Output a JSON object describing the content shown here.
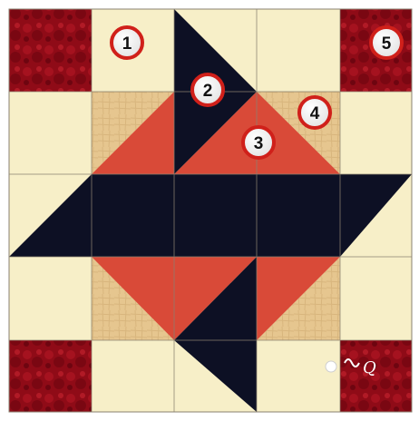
{
  "block": {
    "colors": {
      "cream": "#f7efc8",
      "tan": "#e6c68f",
      "red": "#d94a38",
      "navy": "#0d1024",
      "maroon": "#8f0b17",
      "gridline": "#8a8170",
      "marker_ring": "#d0201a",
      "marker_fill": "#ffffff"
    }
  },
  "markers": [
    {
      "label": "1"
    },
    {
      "label": "2"
    },
    {
      "label": "3"
    },
    {
      "label": "4"
    },
    {
      "label": "5"
    }
  ],
  "watermark": {
    "text": "Q"
  }
}
